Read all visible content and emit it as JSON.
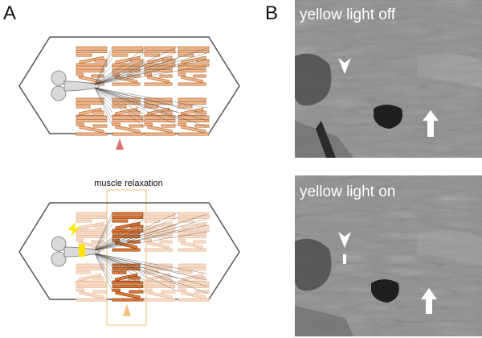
{
  "panel_a": {
    "label": "A",
    "annotation": "muscle relaxation"
  },
  "panel_b": {
    "label": "B",
    "top_caption": "yellow light off",
    "bottom_caption": "yellow light on"
  },
  "colors": {
    "muscle_fill": "#f2b98a",
    "muscle_edge": "#b56a38",
    "muscle_faded_fill": "#f8dcc5",
    "muscle_faded_edge": "#e5b79a",
    "muscle_active_fill": "#e07a35",
    "muscle_active_edge": "#8a3f12",
    "stimulus_arrow": "#e07070",
    "light_arrow": "#f4c27a",
    "light_beam": "#ffe600",
    "outline": "#555555",
    "nervous_system": "#d9d9d9",
    "highlight_box": "#f0c070"
  },
  "icons": {
    "stimulus": "red-triangle-marker-icon",
    "light": "orange-triangle-marker-icon",
    "arrowhead": "white-arrowhead-icon",
    "arrow": "white-arrow-icon"
  }
}
